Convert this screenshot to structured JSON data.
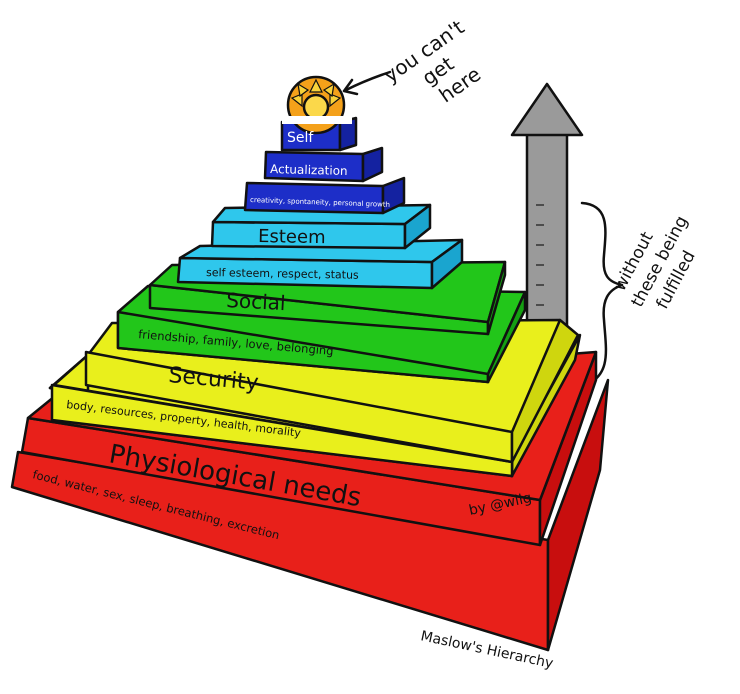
{
  "colors": {
    "red": "#e8201a",
    "red_side": "#c80e0e",
    "yellow": "#e9ef1c",
    "yellow_side": "#cfd60e",
    "green": "#22c61a",
    "green_side": "#15a012",
    "cyan": "#2fc7ec",
    "cyan_side": "#1aa5cf",
    "blue": "#1d2ec8",
    "blue_side": "#1422a0",
    "arrow": "#9a9a9a",
    "sun": "#f4a11a"
  },
  "tiers": {
    "self": "Self",
    "actualization": "Actualization",
    "actualization_desc": "creativity, spontaneity, personal growth",
    "esteem": "Esteem",
    "esteem_desc": "self esteem, respect, status",
    "social": "Social",
    "social_desc": "friendship, family, love, belonging",
    "security": "Security",
    "security_desc": "body, resources, property, health, morality",
    "physiological": "Physiological needs",
    "physiological_desc": "food, water, sex, sleep, breathing, excretion"
  },
  "annotations": {
    "cant_get_here": [
      "you can't",
      "get",
      "here"
    ],
    "without": [
      "without",
      "these being",
      "fulfilled"
    ],
    "credit": "by @wilg",
    "title": "Maslow's Hierarchy"
  },
  "icons": {
    "sun": "sun-icon",
    "arrow": "up-arrow-icon",
    "brace": "curly-brace-icon"
  }
}
